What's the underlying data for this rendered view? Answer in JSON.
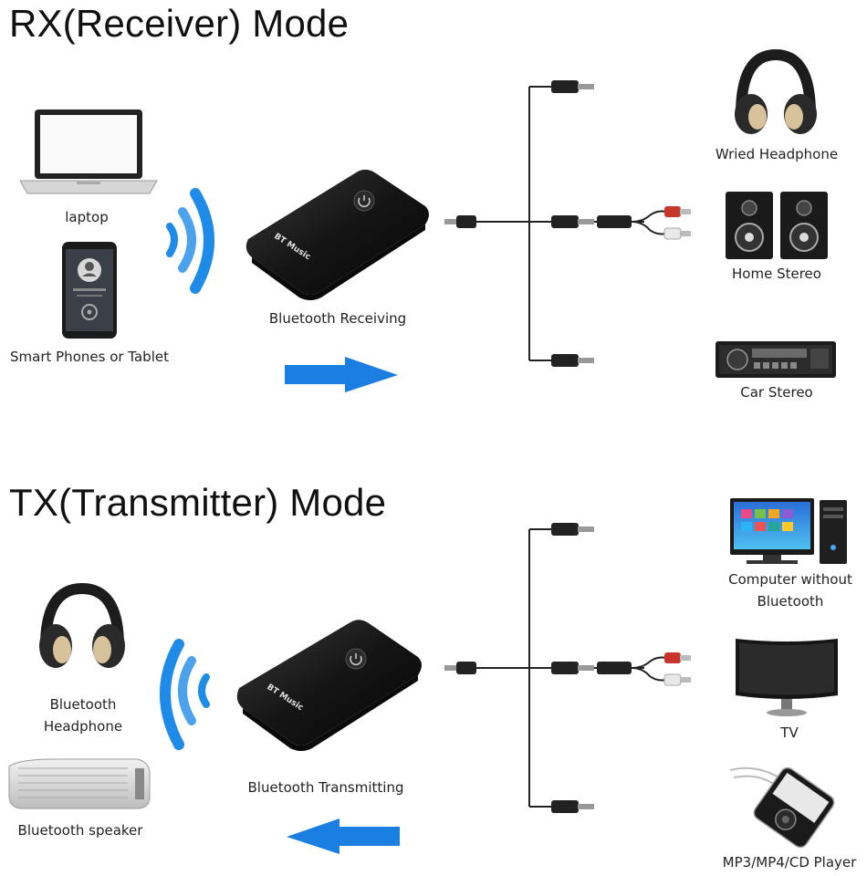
{
  "rx": {
    "title": "RX(Receiver) Mode",
    "sources": [
      "laptop",
      "Smart Phones or Tablet"
    ],
    "device_label": "Bluetooth Receiving",
    "device_brand": "BT Music",
    "outputs": [
      "Wried Headphone",
      "Home Stereo",
      "Car Stereo"
    ]
  },
  "tx": {
    "title": "TX(Transmitter) Mode",
    "sinks": [
      "Bluetooth Headphone",
      "Bluetooth speaker"
    ],
    "device_label": "Bluetooth Transmitting",
    "device_brand": "BT Music",
    "inputs": [
      "Computer without Bluetooth",
      "TV",
      "MP3/MP4/CD Player"
    ]
  },
  "colors": {
    "arrow_blue": "#1a7fe0",
    "wave_blue": "#1f8be8",
    "device_black": "#151515"
  }
}
